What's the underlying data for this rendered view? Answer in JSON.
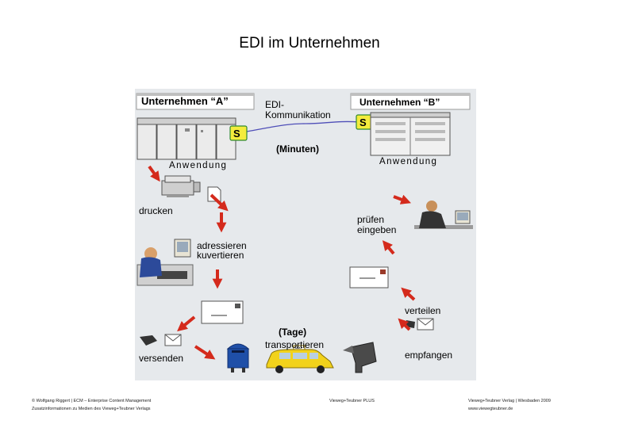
{
  "title": "EDI im Unternehmen",
  "diagram": {
    "company_a": "Unternehmen “A”",
    "company_b": "Unternehmen “B”",
    "edi_line1": "EDI-",
    "edi_line2": "Kommunikation",
    "minutes": "(Minuten)",
    "server_symbol": "S",
    "application": "Anwendung",
    "days": "(Tage)",
    "steps_a": [
      "drucken",
      "adressieren",
      "kuvertieren",
      "versenden"
    ],
    "transport": "transportieren",
    "steps_b": [
      "prüfen",
      "eingeben",
      "verteilen",
      "empfangen"
    ],
    "taxi_sign": "TAXI"
  },
  "footer": {
    "left_line1": "© Wolfgang Riggert | ECM – Enterprise Content Management",
    "left_line2": "Zusatzinformationen zu Medien des Vieweg+Teubner Verlags",
    "center": "Vieweg+Teubner PLUS",
    "right_line1": "Vieweg+Teubner Verlag | Wiesbaden 2009",
    "right_line2": "www.viewegteubner.de"
  },
  "colors": {
    "arrow": "#d42a1c",
    "server_badge": "#f4ec3c",
    "panel": "#e6e9ec",
    "mailbox": "#1f4fa8",
    "taxi": "#f2d21b"
  }
}
